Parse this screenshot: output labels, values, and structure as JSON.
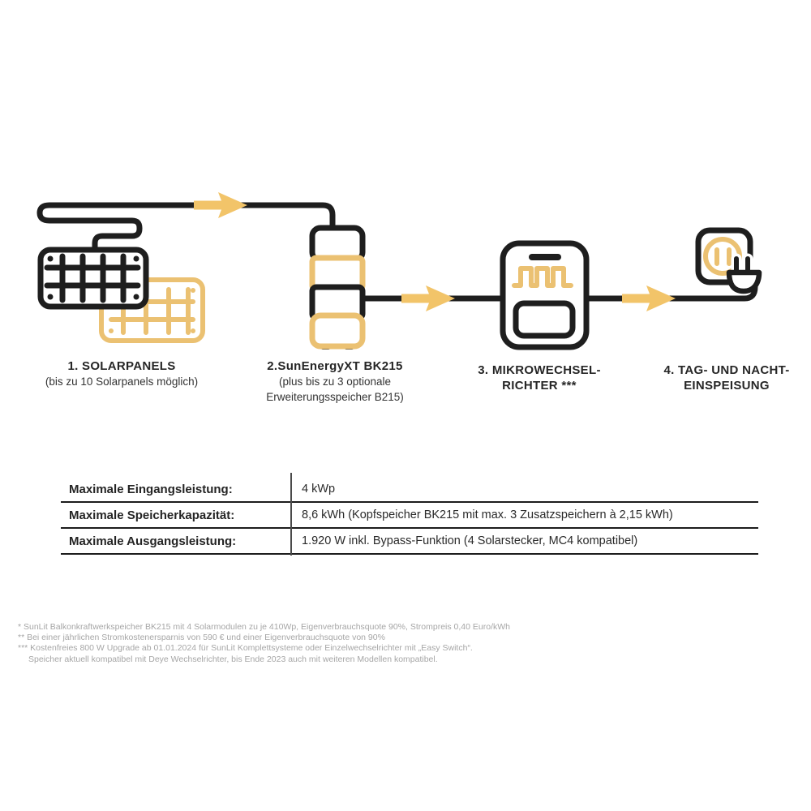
{
  "colors": {
    "accent_yellow": "#F2C469",
    "icon_yellow": "#EBC172",
    "line_black": "#1E1E1E",
    "footnote_gray": "#A6A6A6"
  },
  "diagram": {
    "steps": [
      {
        "id": "solarpanels",
        "icon": "solar-panels-icon",
        "title_lines": [
          "1. SOLARPANELS"
        ],
        "subtitle_lines": [
          "(bis zu 10 Solarpanels möglich)"
        ]
      },
      {
        "id": "speicher",
        "icon": "battery-stack-icon",
        "title_lines": [
          "2.SunEnergyXT BK215"
        ],
        "subtitle_lines": [
          "(plus bis zu 3 optionale",
          "Erweiterungsspeicher B215)"
        ]
      },
      {
        "id": "mikrowechselrichter",
        "icon": "micro-inverter-icon",
        "title_lines": [
          "3. MIKROWECHSEL-",
          "RICHTER ***"
        ],
        "subtitle_lines": []
      },
      {
        "id": "einspeisung",
        "icon": "outlet-plug-icon",
        "title_lines": [
          "4. TAG- UND NACHT-",
          "EINSPEISUNG"
        ],
        "subtitle_lines": []
      }
    ]
  },
  "specs_table": {
    "rows": [
      {
        "label": "Maximale Eingangsleistung:",
        "value": "4 kWp"
      },
      {
        "label": "Maximale Speicherkapazität:",
        "value": "8,6 kWh (Kopfspeicher BK215 mit max. 3 Zusatzspeichern à 2,15 kWh)"
      },
      {
        "label": "Maximale Ausgangsleistung:",
        "value": "1.920 W inkl. Bypass-Funktion (4 Solarstecker, MC4 kompatibel)"
      }
    ]
  },
  "footnotes": [
    "* SunLit Balkonkraftwerkspeicher BK215 mit 4 Solarmodulen zu je 410Wp, Eigenverbrauchsquote 90%, Strompreis 0,40 Euro/kWh",
    "** Bei einer jährlichen Stromkostenersparnis von 590 € und einer Eigenverbrauchsquote von 90%",
    "*** Kostenfreies 800 W Upgrade ab 01.01.2024 für SunLit Komplettsysteme oder Einzelwechselrichter mit „Easy Switch“.",
    "Speicher aktuell kompatibel mit Deye Wechselrichter, bis Ende 2023 auch mit weiteren Modellen kompatibel."
  ]
}
